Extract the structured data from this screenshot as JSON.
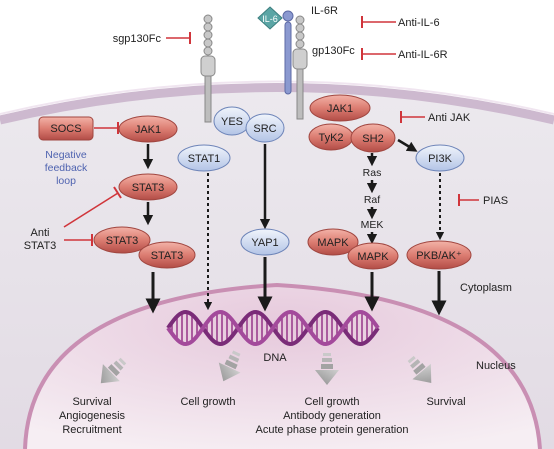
{
  "labels": {
    "il6r": "IL-6R",
    "il6": "IL-6",
    "sgp130fc": "sgp130Fc",
    "gp130fc": "gp130Fc",
    "anti_il6": "Anti-IL-6",
    "anti_il6r": "Anti-IL-6R",
    "anti_jak": "Anti JAK",
    "pias": "PIAS",
    "socs": "SOCS",
    "negative_feedback": [
      "Negative",
      "feedback",
      "loop"
    ],
    "anti_stat3": [
      "Anti",
      "STAT3"
    ],
    "jak1_left": "JAK1",
    "stat3_a": "STAT3",
    "stat3_b": "STAT3",
    "stat3_c": "STAT3",
    "yes": "YES",
    "src": "SRC",
    "stat1": "STAT1",
    "yap1": "YAP1",
    "jak1_right": "JAK1",
    "tyk2": "TyK2",
    "sh2": "SH2",
    "ras": "Ras",
    "raf": "Raf",
    "mek": "MEK",
    "mapk_a": "MAPK",
    "mapk_b": "MAPK",
    "pi3k": "PI3K",
    "pkb": "PKB/AK⁺",
    "cytoplasm": "Cytoplasm",
    "nucleus": "Nucleus",
    "dna": "DNA",
    "out_survival_left": [
      "Survival",
      "Angiogenesis",
      "Recruitment"
    ],
    "out_cell_growth": "Cell growth",
    "out_center": [
      "Cell growth",
      "Antibody generation",
      "Acute phase protein generation"
    ],
    "out_survival_right": "Survival"
  },
  "colors": {
    "red_node": "#d9736b",
    "blue_node": "#c8d6ee",
    "inhibitor": "#d0353b",
    "il6_teal": "#5aa5a5",
    "receptor_blue": "#7f8fc8"
  }
}
